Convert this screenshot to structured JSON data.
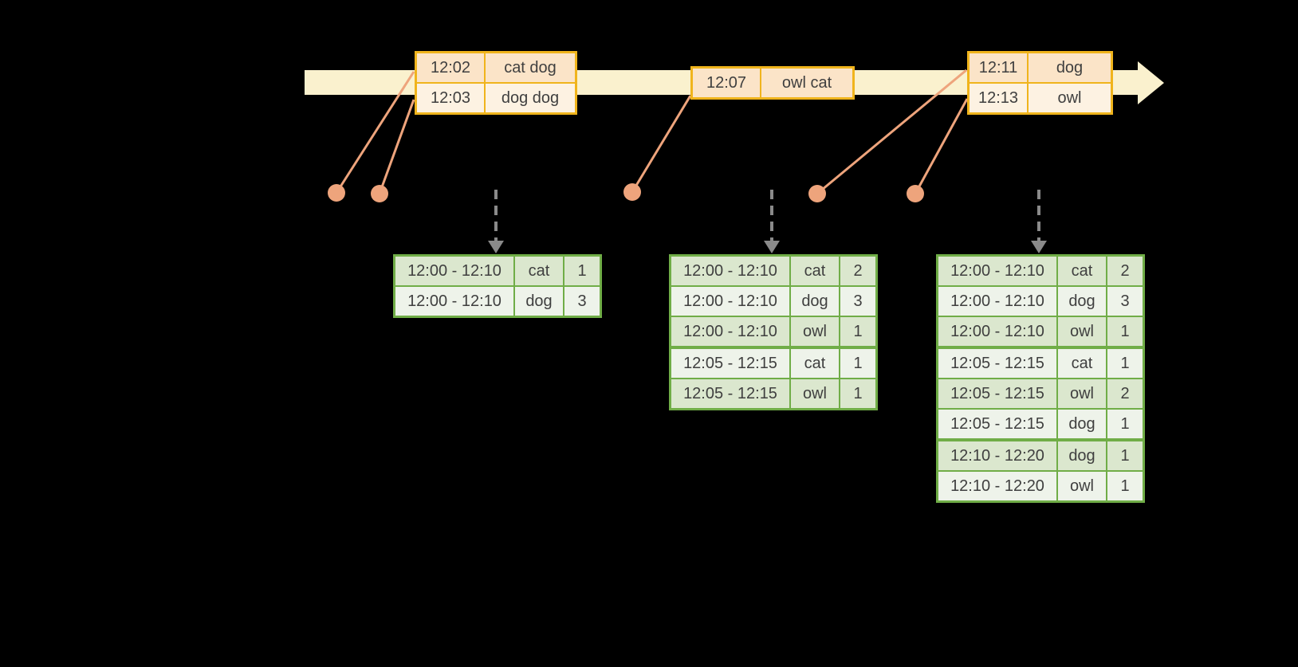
{
  "diagram": {
    "kind": "windowed-event-count-timeline",
    "colors": {
      "background": "#000000",
      "timeline_fill": "#FAF1CE",
      "event_table_border": "#F0B41C",
      "event_row_shades": [
        "#FBE4C8",
        "#FDF2E2"
      ],
      "connector_and_dots": "#EEA47C",
      "trigger_arrow": "#8A8A8A",
      "result_table_border": "#70AD47",
      "result_row_shades": [
        "#DBE7CE",
        "#EEF3EA"
      ],
      "text": "#3F3F3F"
    }
  },
  "event_tables": [
    {
      "rows": [
        {
          "time": "12:02",
          "words": "cat dog"
        },
        {
          "time": "12:03",
          "words": "dog dog"
        }
      ]
    },
    {
      "rows": [
        {
          "time": "12:07",
          "words": "owl cat"
        }
      ]
    },
    {
      "rows": [
        {
          "time": "12:11",
          "words": "dog"
        },
        {
          "time": "12:13",
          "words": "owl"
        }
      ]
    }
  ],
  "result_tables": [
    {
      "group_breaks": [],
      "rows": [
        {
          "window": "12:00 - 12:10",
          "word": "cat",
          "count": "1"
        },
        {
          "window": "12:00 - 12:10",
          "word": "dog",
          "count": "3"
        }
      ]
    },
    {
      "group_breaks": [
        3
      ],
      "rows": [
        {
          "window": "12:00 - 12:10",
          "word": "cat",
          "count": "2"
        },
        {
          "window": "12:00 - 12:10",
          "word": "dog",
          "count": "3"
        },
        {
          "window": "12:00 - 12:10",
          "word": "owl",
          "count": "1"
        },
        {
          "window": "12:05 - 12:15",
          "word": "cat",
          "count": "1"
        },
        {
          "window": "12:05 - 12:15",
          "word": "owl",
          "count": "1"
        }
      ]
    },
    {
      "group_breaks": [
        3,
        6
      ],
      "rows": [
        {
          "window": "12:00 - 12:10",
          "word": "cat",
          "count": "2"
        },
        {
          "window": "12:00 - 12:10",
          "word": "dog",
          "count": "3"
        },
        {
          "window": "12:00 - 12:10",
          "word": "owl",
          "count": "1"
        },
        {
          "window": "12:05 - 12:15",
          "word": "cat",
          "count": "1"
        },
        {
          "window": "12:05 - 12:15",
          "word": "owl",
          "count": "2"
        },
        {
          "window": "12:05 - 12:15",
          "word": "dog",
          "count": "1"
        },
        {
          "window": "12:10 - 12:20",
          "word": "dog",
          "count": "1"
        },
        {
          "window": "12:10 - 12:20",
          "word": "owl",
          "count": "1"
        }
      ]
    }
  ]
}
